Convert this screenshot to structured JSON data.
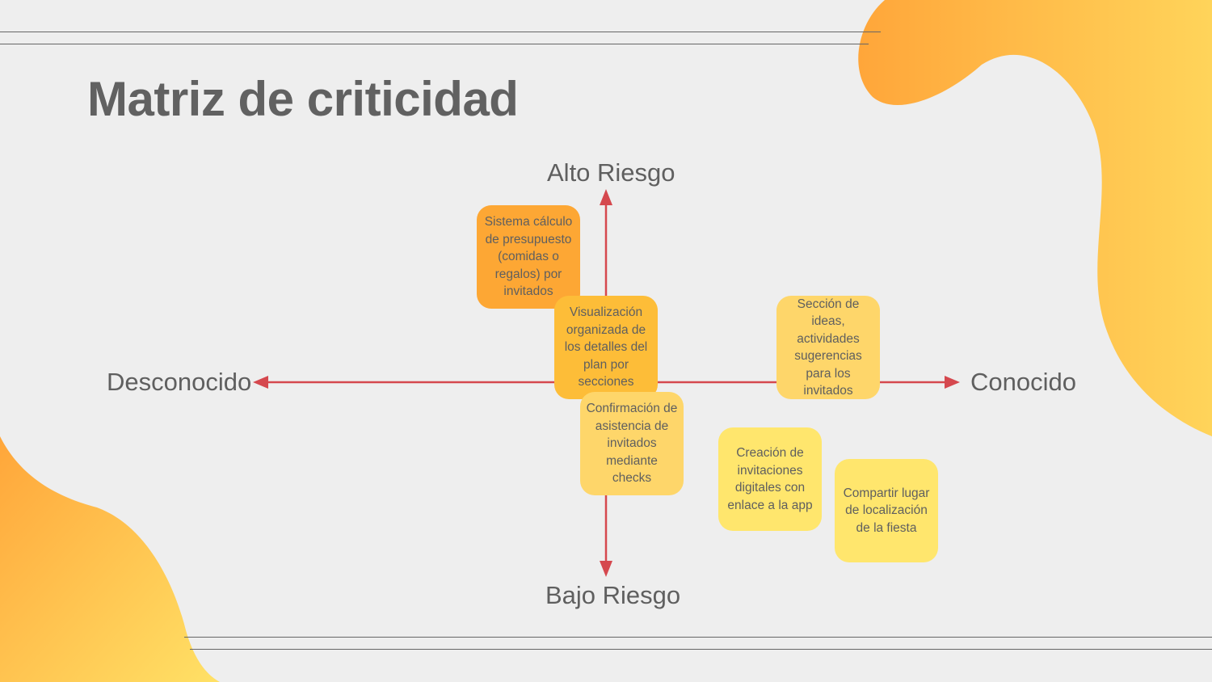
{
  "title": "Matriz de criticidad",
  "colors": {
    "background": "#eeeeee",
    "axis": "#d5484e",
    "text": "#5f5f5f",
    "blob_start": "#ffa63a",
    "blob_end": "#ffe166"
  },
  "axes": {
    "top": "Alto Riesgo",
    "bottom": "Bajo Riesgo",
    "left": "Desconocido",
    "right": "Conocido"
  },
  "cards": [
    {
      "text": "Sistema cálculo de presupuesto (comidas o regalos) por invitados",
      "color": "#fda734"
    },
    {
      "text": "Visualización organizada de los detalles del plan por secciones",
      "color": "#fdbd38"
    },
    {
      "text": "Sección de ideas, actividades sugerencias para los invitados",
      "color": "#fed66a"
    },
    {
      "text": "Confirmación de asistencia de invitados mediante checks",
      "color": "#fed66a"
    },
    {
      "text": "Creación de invitaciones digitales con enlace a la app",
      "color": "#ffe66d"
    },
    {
      "text": "Compartir lugar de localización de la fiesta",
      "color": "#ffe66d"
    }
  ]
}
